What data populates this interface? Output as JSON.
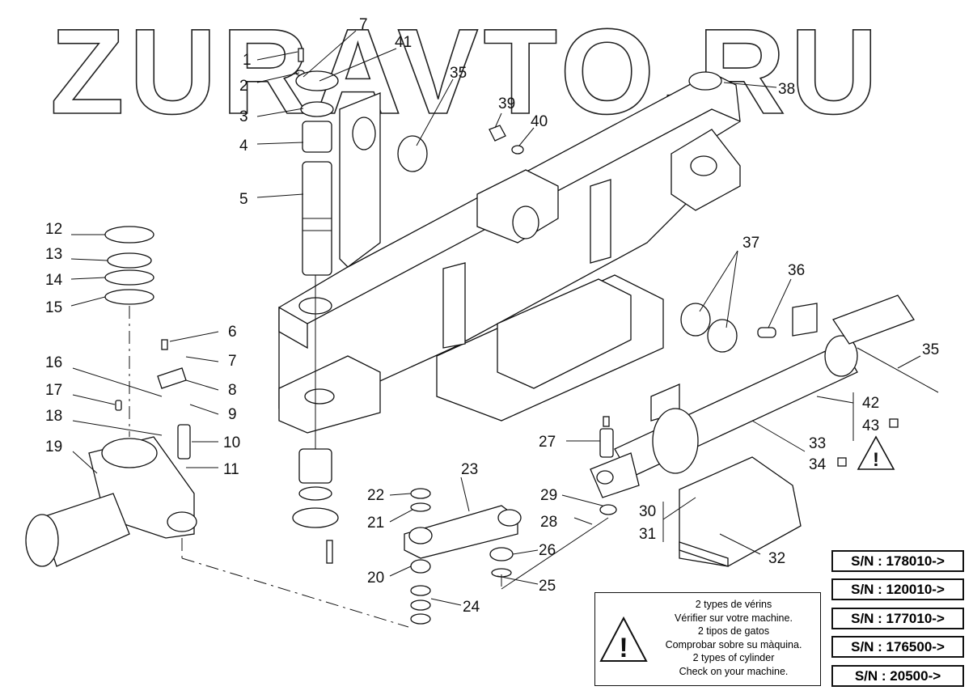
{
  "watermark": "ZURAVTO.RU",
  "callouts": [
    "1",
    "2",
    "3",
    "4",
    "5",
    "6",
    "7",
    "8",
    "9",
    "10",
    "11",
    "12",
    "13",
    "14",
    "15",
    "16",
    "17",
    "18",
    "19",
    "20",
    "21",
    "22",
    "23",
    "24",
    "25",
    "26",
    "27",
    "28",
    "29",
    "30",
    "31",
    "32",
    "33",
    "34",
    "35",
    "36",
    "37",
    "38",
    "39",
    "40",
    "41",
    "42",
    "43"
  ],
  "serial_numbers": [
    "S/N : 178010->",
    "S/N : 120010->",
    "S/N : 177010->",
    "S/N : 176500->",
    "S/N :  20500->"
  ],
  "notice": {
    "lines": [
      "2 types de vérins",
      "Vérifier sur votre machine.",
      "2 tipos de gatos",
      "Comprobar sobre su màquina.",
      "2 types of cylinder",
      "Check on your machine."
    ],
    "warning_symbol": "!"
  },
  "icons": [
    "warning-triangle-icon",
    "checkbox-icon"
  ]
}
